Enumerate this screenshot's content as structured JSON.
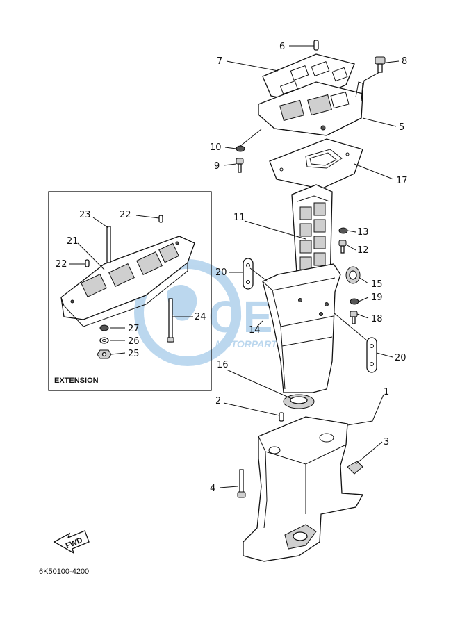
{
  "diagram": {
    "code": "6K50100-4200",
    "extension_label": "EXTENSION",
    "fwd_label": "FWD",
    "watermark": {
      "brand": "OEM",
      "sub": "MOTORPARTS"
    },
    "callouts": {
      "c1": "1",
      "c2": "2",
      "c3": "3",
      "c4": "4",
      "c5": "5",
      "c6": "6",
      "c7": "7",
      "c8": "8",
      "c9": "9",
      "c10": "10",
      "c11": "11",
      "c12": "12",
      "c13": "13",
      "c14": "14",
      "c15": "15",
      "c16": "16",
      "c17": "17",
      "c18": "18",
      "c19": "19",
      "c20a": "20",
      "c20b": "20",
      "c21": "21",
      "c22a": "22",
      "c22b": "22",
      "c23": "23",
      "c24": "24",
      "c25": "25",
      "c26": "26",
      "c27": "27"
    },
    "colors": {
      "line": "#111111",
      "watermark": "#3f8fd0"
    }
  }
}
